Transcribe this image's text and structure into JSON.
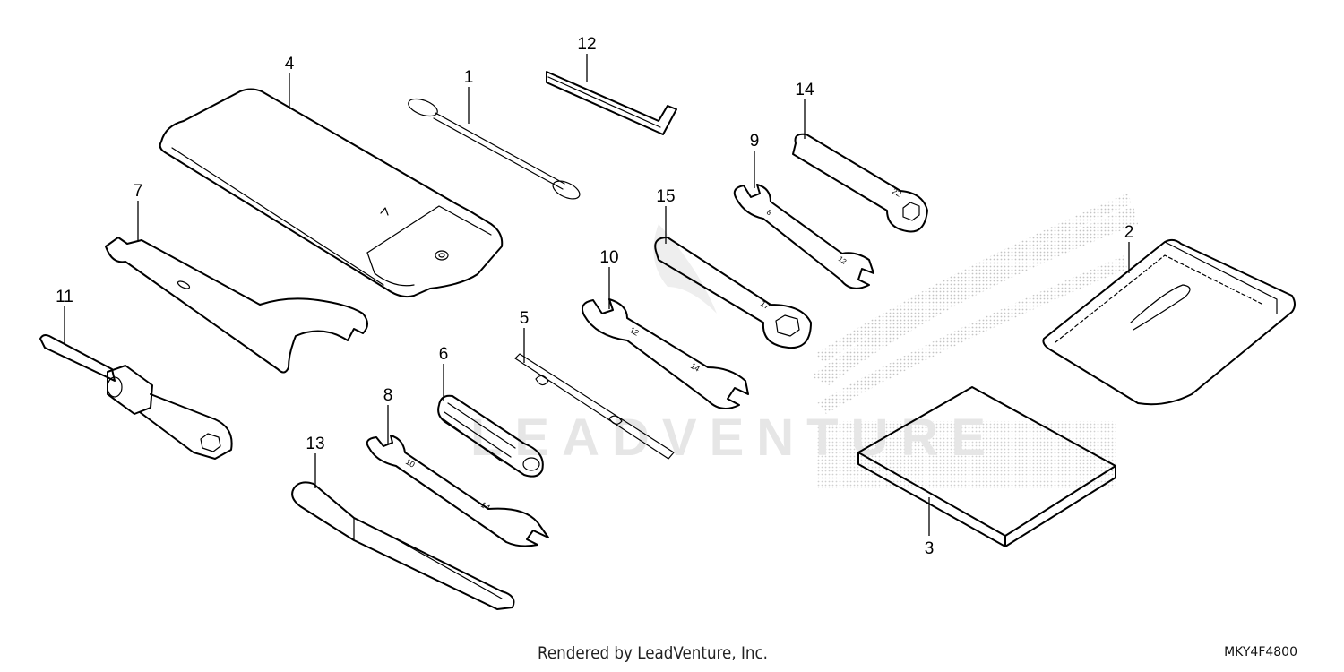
{
  "diagram": {
    "parts": [
      {
        "id": "part-1",
        "label": "1"
      },
      {
        "id": "part-2",
        "label": "2"
      },
      {
        "id": "part-3",
        "label": "3"
      },
      {
        "id": "part-4",
        "label": "4"
      },
      {
        "id": "part-5",
        "label": "5"
      },
      {
        "id": "part-6",
        "label": "6"
      },
      {
        "id": "part-7",
        "label": "7"
      },
      {
        "id": "part-8",
        "label": "8"
      },
      {
        "id": "part-9",
        "label": "9"
      },
      {
        "id": "part-10",
        "label": "10"
      },
      {
        "id": "part-11",
        "label": "11"
      },
      {
        "id": "part-12",
        "label": "12"
      },
      {
        "id": "part-13",
        "label": "13"
      },
      {
        "id": "part-14",
        "label": "14"
      },
      {
        "id": "part-15",
        "label": "15"
      }
    ],
    "wrench_markings": {
      "w8": [
        "10",
        "14"
      ],
      "w9": [
        "8",
        "12"
      ],
      "w10": [
        "12",
        "14"
      ],
      "w14": "22",
      "w15": "17"
    },
    "watermark": "LEADVENTURE"
  },
  "footer": {
    "rendered_by": "Rendered by LeadVenture, Inc.",
    "diagram_code": "MKY4F4800"
  }
}
